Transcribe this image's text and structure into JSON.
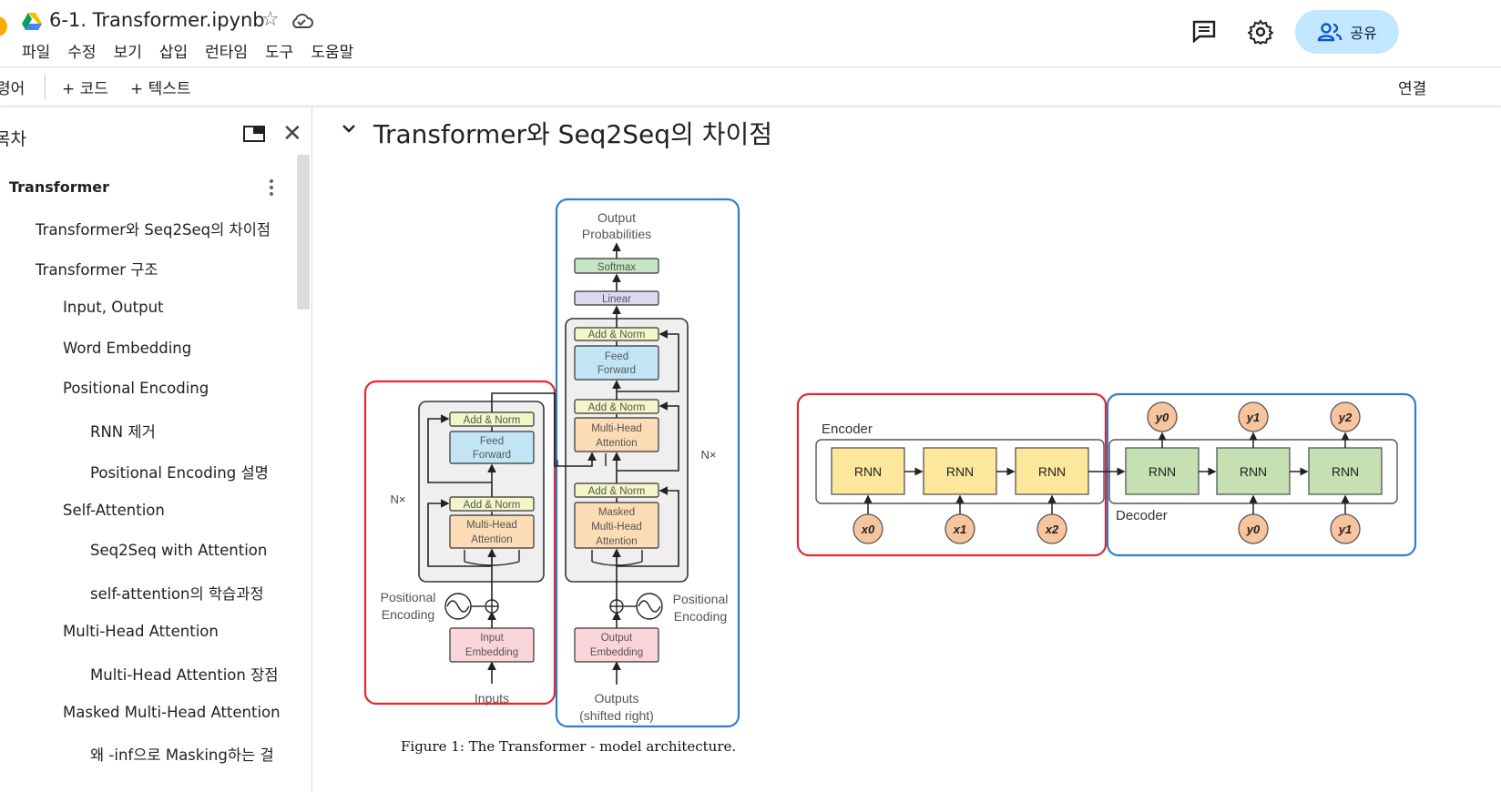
{
  "header": {
    "doc_title": "6-1. Transformer.ipynb",
    "menu": [
      "파일",
      "수정",
      "보기",
      "삽입",
      "런타임",
      "도구",
      "도움말"
    ],
    "share_label": "공유",
    "icons": [
      "google-drive-icon",
      "star-icon",
      "cloud-icon",
      "comment-icon",
      "gear-icon",
      "people-icon"
    ]
  },
  "toolbar": {
    "command_label": "령어",
    "add_code": "+ 코드",
    "add_text": "+ 텍스트",
    "connect_label": "연결"
  },
  "sidebar": {
    "title": "목차",
    "items": [
      {
        "label": "Transformer",
        "level": 1
      },
      {
        "label": "Transformer와 Seq2Seq의 차이점",
        "level": 2
      },
      {
        "label": "Transformer 구조",
        "level": 2
      },
      {
        "label": "Input, Output",
        "level": 3
      },
      {
        "label": "Word Embedding",
        "level": 3
      },
      {
        "label": "Positional Encoding",
        "level": 3
      },
      {
        "label": "RNN 제거",
        "level": 4
      },
      {
        "label": "Positional Encoding 설명",
        "level": 4
      },
      {
        "label": "Self-Attention",
        "level": 3
      },
      {
        "label": "Seq2Seq with Attention",
        "level": 4
      },
      {
        "label": "self-attention의 학습과정",
        "level": 4
      },
      {
        "label": "Multi-Head Attention",
        "level": 3
      },
      {
        "label": "Multi-Head Attention 장점",
        "level": 4
      },
      {
        "label": "Masked Multi-Head Attention",
        "level": 3
      },
      {
        "label": "왜 -inf으로 Masking하는 걸",
        "level": 4
      }
    ]
  },
  "main": {
    "section_title": "Transformer와 Seq2Seq의 차이점",
    "transformer_figure": {
      "caption": "Figure 1: The Transformer - model architecture.",
      "output_probabilities": "Output\nProbabilities",
      "output_line1": "Output",
      "output_line2": "Probabilities",
      "softmax": "Softmax",
      "linear": "Linear",
      "add_norm": "Add & Norm",
      "feed_forward_1": "Feed",
      "feed_forward_2": "Forward",
      "mha_1": "Multi-Head",
      "mha_2": "Attention",
      "masked_1": "Masked",
      "masked_2": "Multi-Head",
      "masked_3": "Attention",
      "nx": "N×",
      "pos_enc_1": "Positional",
      "pos_enc_2": "Encoding",
      "input_emb_1": "Input",
      "input_emb_2": "Embedding",
      "output_emb_1": "Output",
      "output_emb_2": "Embedding",
      "inputs": "Inputs",
      "outputs_1": "Outputs",
      "outputs_2": "(shifted right)"
    },
    "seq2seq_figure": {
      "encoder_label": "Encoder",
      "decoder_label": "Decoder",
      "rnn_label": "RNN",
      "encoder_inputs": [
        "x0",
        "x1",
        "x2"
      ],
      "decoder_inputs": [
        "y0",
        "y1"
      ],
      "decoder_outputs": [
        "y0",
        "y1",
        "y2"
      ]
    }
  },
  "colors": {
    "share_bg": "#c2e7ff",
    "encoder_box": "#e8262e",
    "decoder_box": "#2f7dd1",
    "rnn_encoder": "#fde79a",
    "rnn_decoder": "#c5e0b3",
    "token_circle": "#f7c49e"
  }
}
